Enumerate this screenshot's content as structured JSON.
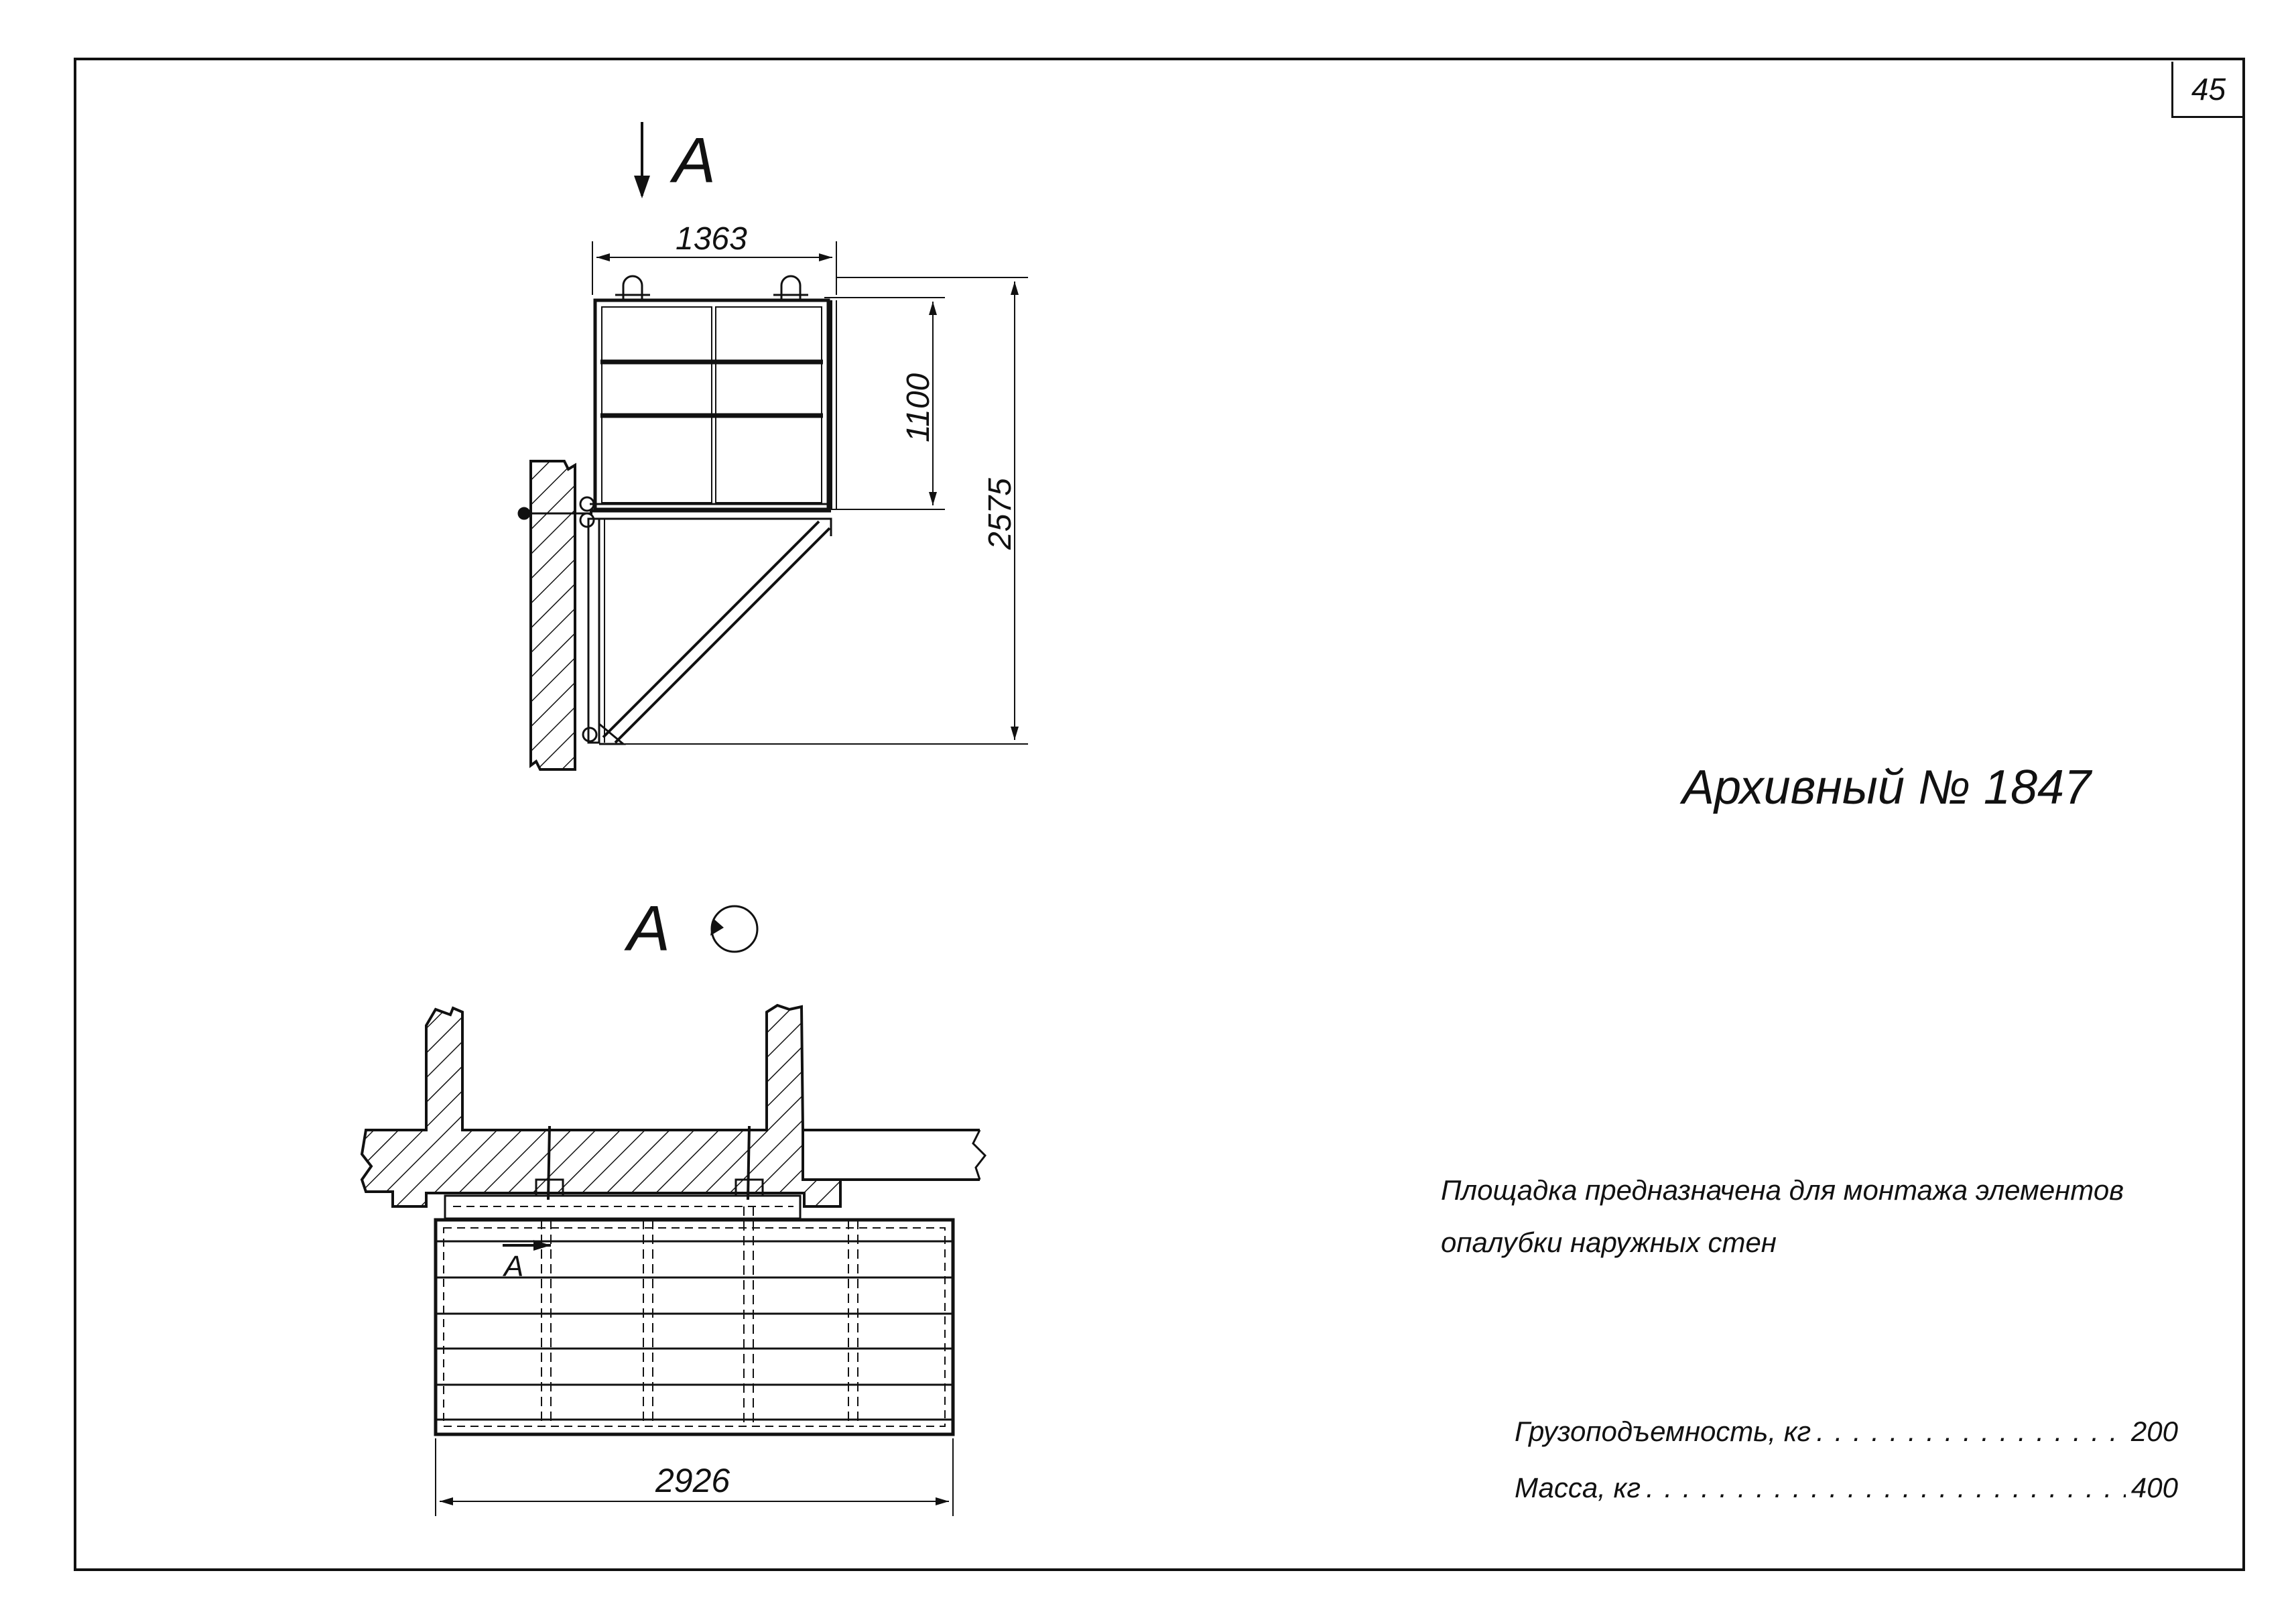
{
  "sheet": {
    "page_number": "45",
    "archive": "Архивный № 1847"
  },
  "view_labels": {
    "arrow_view": "A",
    "plan_view": "A",
    "section_mark": "A"
  },
  "dimensions": {
    "width_top": "1363",
    "rail_height": "1100",
    "total_height": "2575",
    "length": "2926"
  },
  "description": {
    "line1": "Площадка предназначена для монтажа элементов",
    "line2": "опалубки наружных стен"
  },
  "specs": [
    {
      "label": "Грузоподъемность, кг",
      "value": "200"
    },
    {
      "label": "Масса, кг",
      "value": "400"
    }
  ]
}
